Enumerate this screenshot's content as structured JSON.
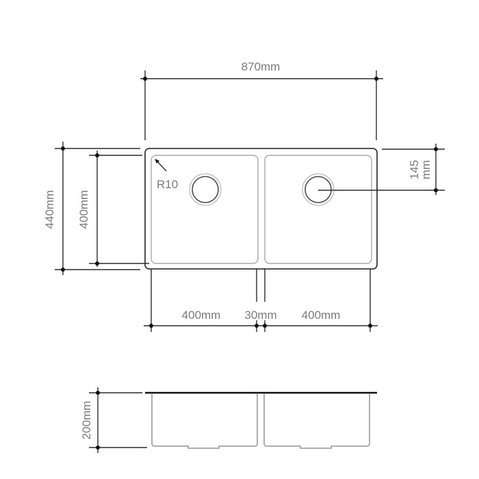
{
  "drawing": {
    "subject": "Double bowl undermount sink dimension drawing",
    "top_view": {
      "overall_width": "870mm",
      "overall_depth": "440mm",
      "bowl_depth": "400mm",
      "corner_radius": "R10",
      "drain_offset_line1": "145",
      "drain_offset_line2": "mm",
      "left_bowl_width": "400mm",
      "divider_width": "30mm",
      "right_bowl_width": "400mm"
    },
    "side_view": {
      "bowl_height": "200mm"
    },
    "colors": {
      "background": "#ffffff",
      "dimension_line": "#2a2a2a",
      "outer_frame": "#3a3a3a",
      "bowl_outline": "#a9a9a9",
      "label_text": "#7a7a7a"
    }
  }
}
